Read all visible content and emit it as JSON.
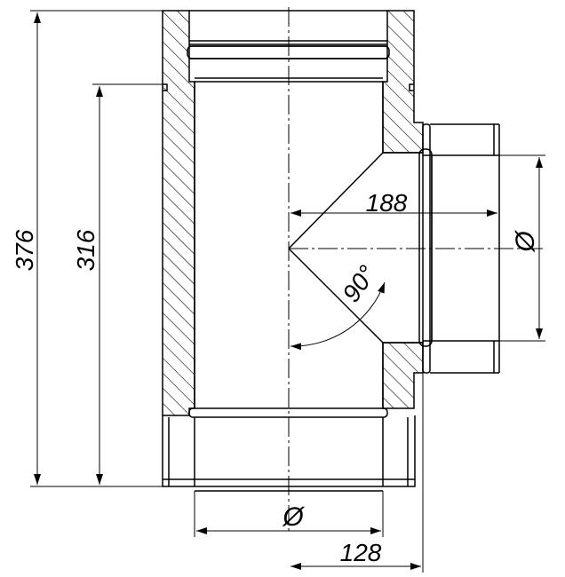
{
  "diagram": {
    "dimensions": {
      "overall_height": "376",
      "inner_height": "316",
      "branch_length": "188",
      "branch_offset": "128",
      "angle": "90°",
      "diameter_symbol": "Ø"
    },
    "colors": {
      "line": "#000000",
      "background": "#ffffff"
    }
  }
}
